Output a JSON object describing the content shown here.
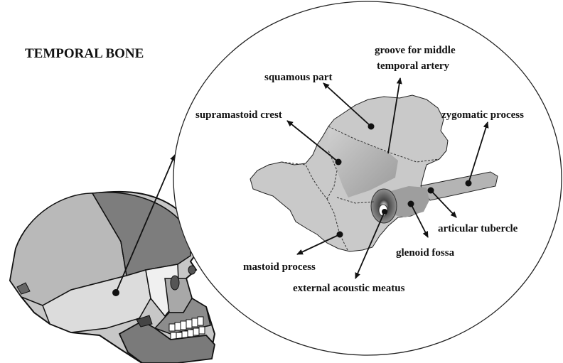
{
  "title": "TEMPORAL BONE",
  "labels": {
    "groove_line1": "groove for middle",
    "groove_line2": "temporal artery",
    "squamous": "squamous part",
    "supramastoid": "supramastoid crest",
    "zygomatic": "zygomatic process",
    "articular": "articular tubercle",
    "glenoid": "glenoid fossa",
    "mastoid": "mastoid process",
    "meatus": "external acoustic meatus"
  },
  "colors": {
    "outline": "#111111",
    "bone_light": "#c8c8c8",
    "bone_mid": "#b4b4b4",
    "bone_dark": "#8a8a8a",
    "skull_pale": "#e2e2e2",
    "skull_dark": "#6e6e6e"
  }
}
